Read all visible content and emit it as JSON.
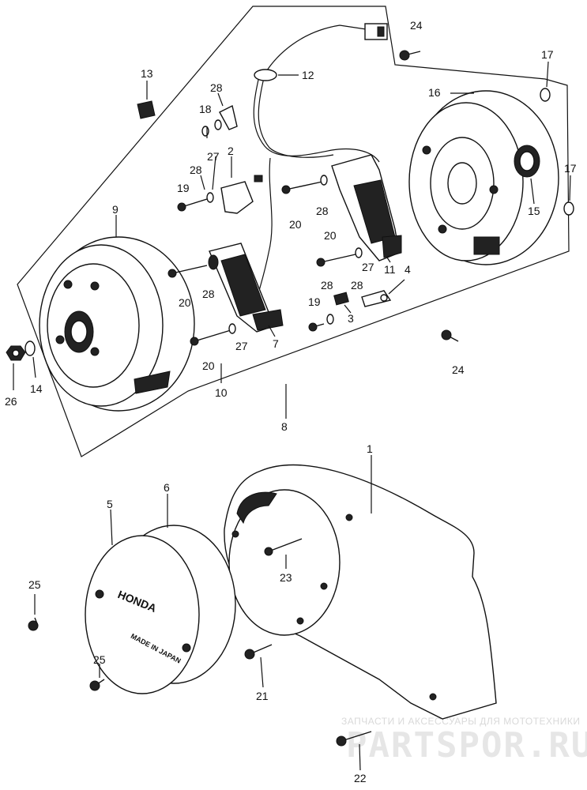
{
  "diagram": {
    "callouts": [
      "1",
      "2",
      "3",
      "4",
      "5",
      "6",
      "7",
      "8",
      "9",
      "10",
      "11",
      "12",
      "13",
      "14",
      "15",
      "16",
      "17",
      "17",
      "18",
      "19",
      "19",
      "20",
      "20",
      "20",
      "20",
      "21",
      "22",
      "23",
      "24",
      "24",
      "25",
      "25",
      "26",
      "27",
      "27",
      "27",
      "28",
      "28",
      "28",
      "28",
      "28",
      "28"
    ],
    "cover_text": {
      "brand": "HONDA",
      "origin": "MADE IN JAPAN"
    }
  },
  "watermark": {
    "tagline": "ЗАПЧАСТИ И АКСЕССУАРЫ ДЛЯ МОТОТЕХНИКИ",
    "brand": "PARTSPOR.RU"
  },
  "colors": {
    "ink": "#111111",
    "paper": "#ffffff",
    "watermark": "#e0e0e0"
  }
}
